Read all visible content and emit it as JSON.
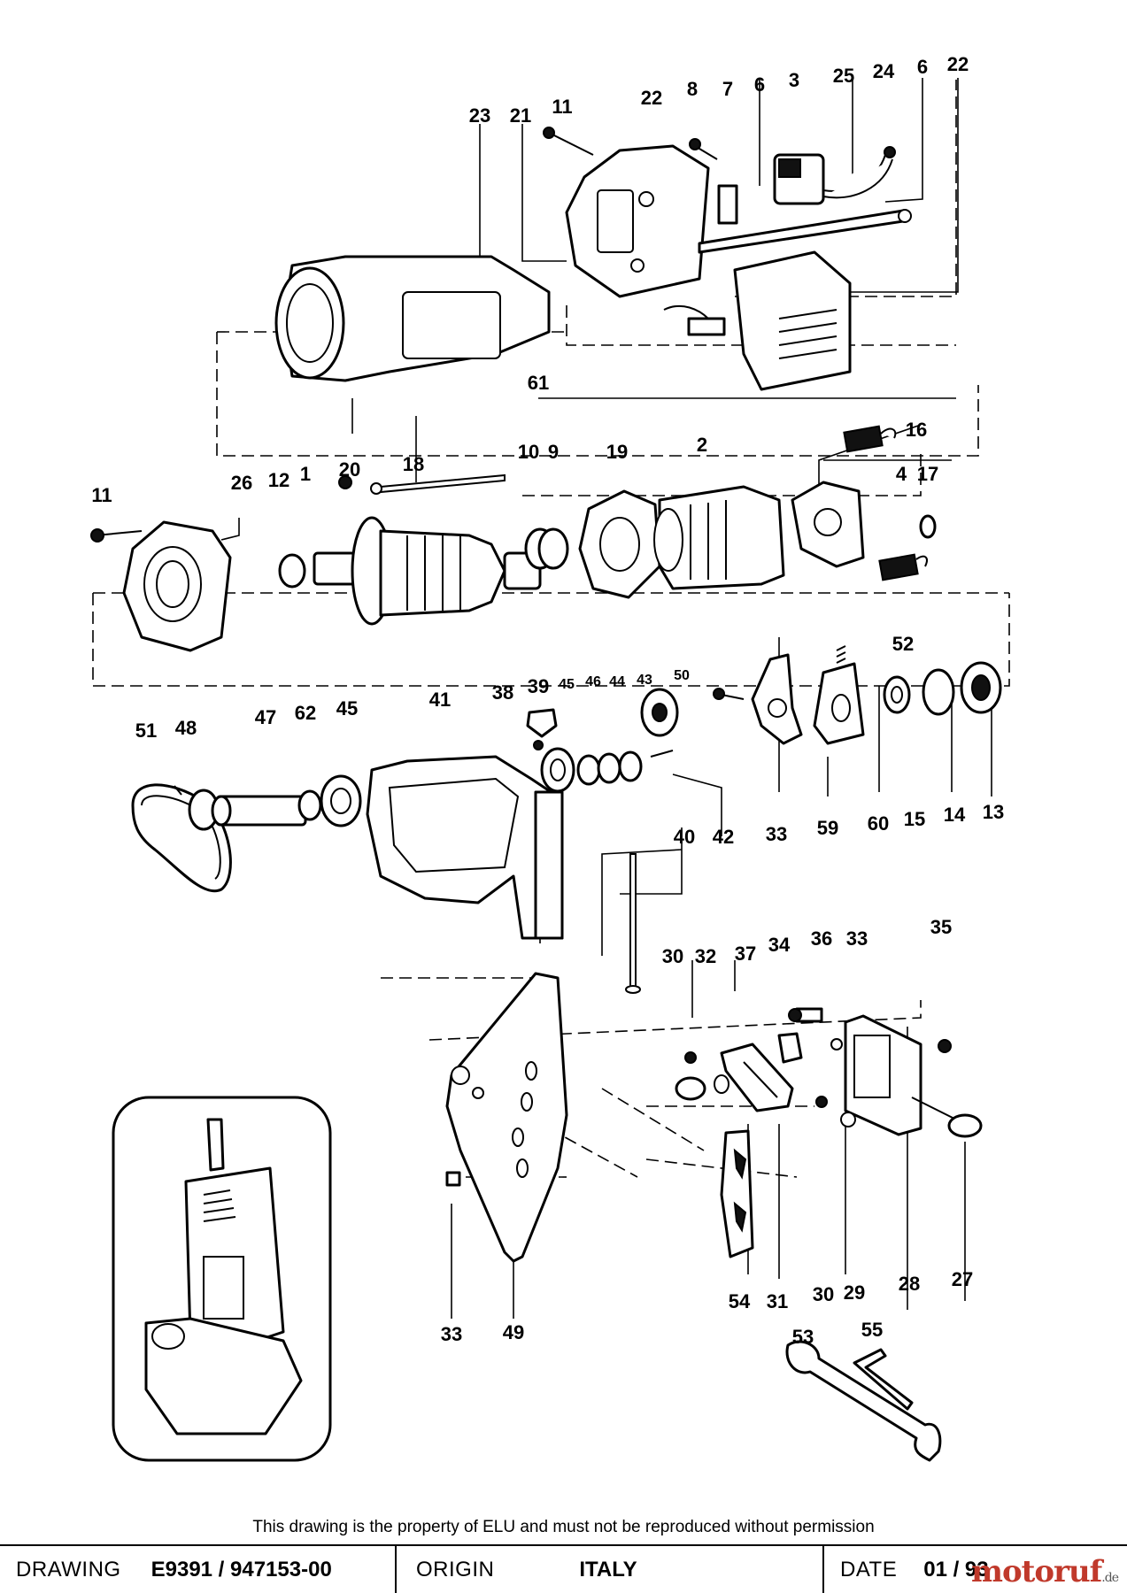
{
  "labels": {
    "l23": "23",
    "l21": "21",
    "l11a": "11",
    "l22a": "22",
    "l8": "8",
    "l7": "7",
    "l6a": "6",
    "l3": "3",
    "l25": "25",
    "l24": "24",
    "l6b": "6",
    "l22b": "22",
    "l61": "61",
    "l16": "16",
    "l18": "18",
    "l20": "20",
    "l10": "10",
    "l9": "9",
    "l19": "19",
    "l2": "2",
    "l4": "4",
    "l17": "17",
    "l11b": "11",
    "l26": "26",
    "l12": "12",
    "l1": "1",
    "l52": "52",
    "l39": "39",
    "l45a": "45",
    "l46": "46",
    "l44": "44",
    "l43": "43",
    "l50": "50",
    "l38": "38",
    "l41": "41",
    "l51": "51",
    "l48": "48",
    "l47": "47",
    "l62": "62",
    "l45b": "45",
    "l33a": "33",
    "l59": "59",
    "l60": "60",
    "l15": "15",
    "l14": "14",
    "l13": "13",
    "l40": "40",
    "l42": "42",
    "l35": "35",
    "l30a": "30",
    "l32": "32",
    "l37": "37",
    "l34": "34",
    "l36": "36",
    "l33b": "33",
    "l54": "54",
    "l31": "31",
    "l30b": "30",
    "l29": "29",
    "l28": "28",
    "l27": "27",
    "l33c": "33",
    "l49": "49",
    "l53": "53",
    "l55": "55"
  },
  "footer": {
    "notice": "This drawing is the property of ELU and must not be reproduced without permission",
    "drawing_label": "DRAWING",
    "drawing_value": "E9391 / 947153-00",
    "origin_label": "ORIGIN",
    "origin_value": "ITALY",
    "date_label": "DATE",
    "date_value": "01 / 93",
    "watermark": "motoruf",
    "watermark_tld": ".de"
  }
}
